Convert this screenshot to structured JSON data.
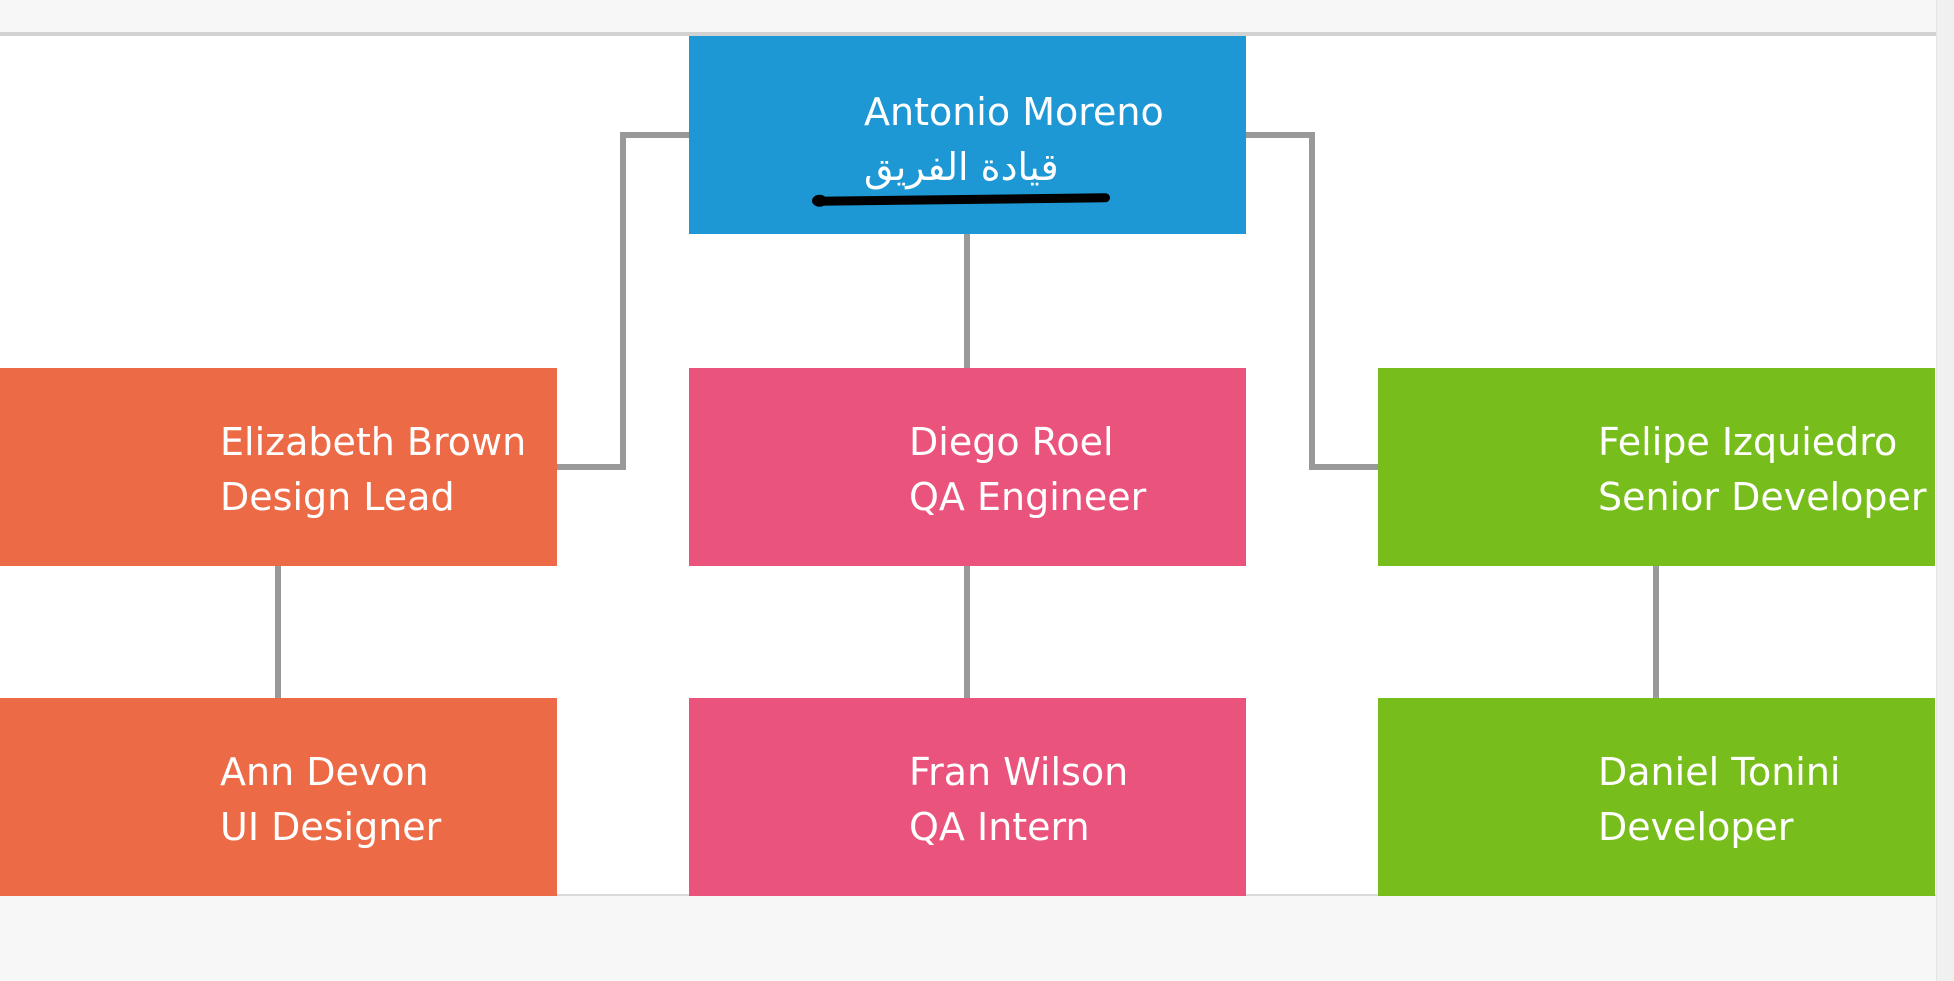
{
  "chrome": {
    "page_background": "#f7f7f7",
    "canvas_background": "#ffffff",
    "topbar_border_color": "#d2d2d2",
    "footer_border_color": "#d9d9d9",
    "scrollbar_track_color": "#f0f0f0",
    "connector_color": "#999999",
    "annotation_color": "#000000"
  },
  "org_chart": {
    "type": "org-tree",
    "nodes": [
      {
        "id": "antonio",
        "name": "Antonio Moreno",
        "role": "قيادة الفريق",
        "color": "#1E98D4",
        "row": 0,
        "col": "center",
        "annotation": "black-marker-underline"
      },
      {
        "id": "elizabeth",
        "name": "Elizabeth Brown",
        "role": "Design Lead",
        "color": "#EC6A45",
        "row": 1,
        "col": "left"
      },
      {
        "id": "diego",
        "name": "Diego Roel",
        "role": "QA Engineer",
        "color": "#EA537B",
        "row": 1,
        "col": "center"
      },
      {
        "id": "felipe",
        "name": "Felipe Izquiedro",
        "role": "Senior Developer",
        "color": "#77BD1C",
        "row": 1,
        "col": "right"
      },
      {
        "id": "ann",
        "name": "Ann Devon",
        "role": "UI Designer",
        "color": "#EC6A45",
        "row": 2,
        "col": "left"
      },
      {
        "id": "fran",
        "name": "Fran Wilson",
        "role": "QA Intern",
        "color": "#EA537B",
        "row": 2,
        "col": "center"
      },
      {
        "id": "daniel",
        "name": "Daniel Tonini",
        "role": "Developer",
        "color": "#77BD1C",
        "row": 2,
        "col": "right"
      }
    ],
    "edges": [
      {
        "from": "antonio",
        "to": "elizabeth",
        "shape": "elbow-left"
      },
      {
        "from": "antonio",
        "to": "diego",
        "shape": "straight-vertical"
      },
      {
        "from": "antonio",
        "to": "felipe",
        "shape": "elbow-right"
      },
      {
        "from": "elizabeth",
        "to": "ann",
        "shape": "straight-vertical"
      },
      {
        "from": "diego",
        "to": "fran",
        "shape": "straight-vertical"
      },
      {
        "from": "felipe",
        "to": "daniel",
        "shape": "straight-vertical"
      }
    ]
  }
}
